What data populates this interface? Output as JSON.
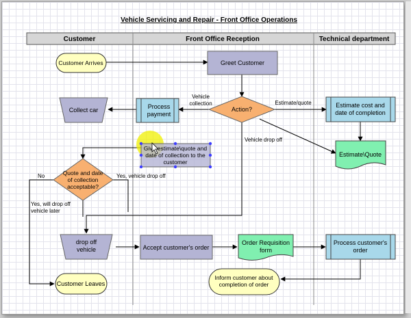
{
  "title": "Vehicle Servicing and Repair - Front Office Operations",
  "lanes": {
    "customer": "Customer",
    "front_office": "Front Office Reception",
    "technical": "Technical department"
  },
  "nodes": {
    "customer_arrives": "Customer Arrives",
    "greet_customer": "Greet Customer",
    "action": "Action?",
    "collect_car": "Collect car",
    "process_payment": [
      "Process",
      "payment"
    ],
    "estimate_cost": [
      "Estimate cost and",
      "date of completion"
    ],
    "estimate_quote": "Estimate\\Quote",
    "give_estimate": [
      "Give estimate\\quote and",
      "date of collection to the",
      "customer"
    ],
    "quote_decision": [
      "Quote and date",
      "of collection",
      "acceptable?"
    ],
    "drop_off": [
      "drop off",
      "vehicle"
    ],
    "accept_order": "Accept customer's order",
    "order_requisition": [
      "Order Requisition",
      "form"
    ],
    "process_order": [
      "Process customer's",
      "order"
    ],
    "inform_customer": [
      "Inform customer about",
      "completion of order"
    ],
    "customer_leaves": "Customer Leaves"
  },
  "edge_labels": {
    "vehicle_collection": [
      "Vehicle",
      "collection"
    ],
    "estimate_quote": "Estimate/quote",
    "vehicle_drop_off": "Vehicle drop off",
    "no": "No",
    "yes_drop_off": "Yes, vehicle drop off",
    "yes_later": [
      "Yes, will drop off",
      "vehicle later"
    ]
  },
  "colors": {
    "terminator": "#ffffc0",
    "process": "#b4b4d4",
    "decision": "#f8b070",
    "subprocess": "#a8d8ea",
    "document": "#80f0b0",
    "highlight": "#f0f000"
  }
}
